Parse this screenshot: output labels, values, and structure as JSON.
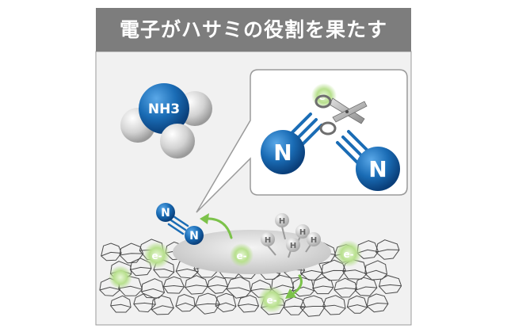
{
  "title": "電子がハサミの役割を果たす",
  "molecules": {
    "ammonia_label": "NH3",
    "nitrogen_label": "N",
    "hydrogen_label": "H",
    "electron_label": "e-"
  },
  "icons": {
    "scissors": "scissors-icon"
  },
  "colors": {
    "title_bg": "#7d7d7d",
    "panel_bg": "#f0f0f0",
    "nitrogen_blue": "#0f5aa0",
    "electron_green": "#9ad070",
    "hydrogen_gray": "#c8c8c8"
  }
}
